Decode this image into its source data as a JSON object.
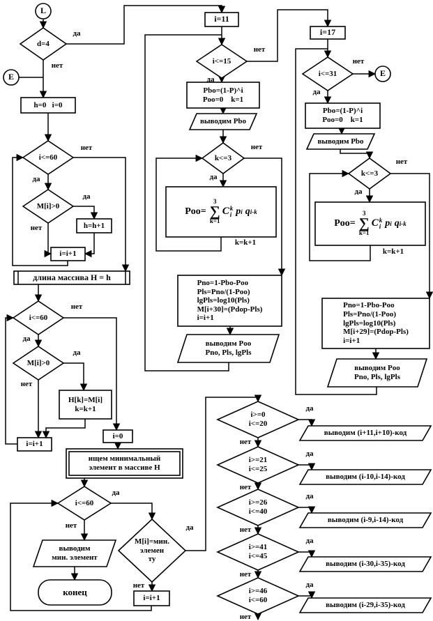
{
  "colors": {
    "ink": "#000000",
    "paper": "#ffffff"
  },
  "labels": {
    "yes": "да",
    "no": "нет"
  },
  "connectors": {
    "start": "L",
    "exit_left": "E",
    "exit_right": "E"
  },
  "left": {
    "d4": "d=4",
    "init": "h=0   i=0",
    "loop1": "i<=60",
    "m1": "M[i]>0",
    "hinc": "h=h+1",
    "inc1": "i=i+1",
    "arraylen": "длина массива H = h",
    "loop2": "i<=60",
    "m2": "M[i]>0",
    "hk": "H[k]=M[i]\nk=k+1",
    "inc2": "i=i+1",
    "i0": "i=0",
    "findmin": "ищем минимальный\nэлемент в массиве H",
    "loop3": "i<=60",
    "outmin": "выводим\nмин. элемент",
    "end": "конец",
    "minchk": "M[i]=мин.\nэлемен\nту",
    "inc3": "i=i+1"
  },
  "mid": {
    "start": "i=11",
    "cond": "i<=15",
    "pbo": "Pbo=(1-P)^i\nPoo=0    k=1",
    "outpbo": "выводим Pbo",
    "k3": "k<=3",
    "kinc": "k=k+1",
    "pno": "Pno=1-Pbo-Poo\nPls=Pno/(1-Poo)\nlgPls=log10(Pls)\nM[i+30]=(Pdop-Pls)\ni=i+1",
    "outpoo": "выводим Poo\nPno, Pls, lgPls"
  },
  "right": {
    "start": "i=17",
    "cond": "i<=31",
    "pbo": "Pbo=(1-P)^i\nPoo=0    k=1",
    "outpbo": "выводим Pbo",
    "k3": "k<=3",
    "kinc": "k=k+1",
    "pno": "Pno=1-Pbo-Poo\nPls=Pno/(1-Poo)\nlgPls=log10(Pls)\nM[i+29]=(Pdop-Pls)\ni=i+1",
    "outpoo": "выводим Poo\nPno, Pls, lgPls"
  },
  "formula": {
    "lhs": "Poo=",
    "upper": "3",
    "sigma": "∑",
    "lower": "k=1",
    "c": "C",
    "c_sup": "k",
    "c_sub": "i",
    "p": "p",
    "p_sup": "i",
    "q": "q",
    "q_sup": "i-k"
  },
  "bottom": {
    "checks": [
      "i>=0\ni<=20",
      "i>=21\ni<=25",
      "i>=26\ni<=40",
      "i>=41\ni<=45",
      "i>=46\ni<=60"
    ],
    "outputs": [
      "выводим (i+11,i+10)-код",
      "выводим (i-10,i-14)-код",
      "выводим (i-9,i-14)-код",
      "выводим (i-30,i-35)-код",
      "выводим (i-29,i-35)-код"
    ]
  }
}
